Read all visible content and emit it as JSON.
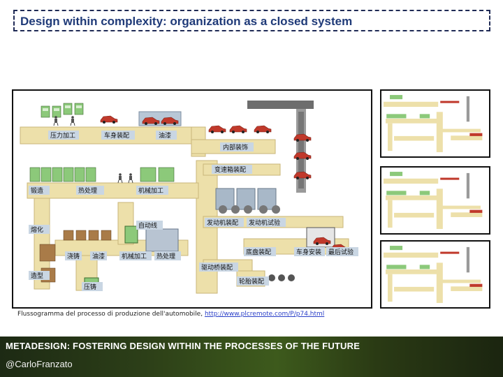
{
  "slide": {
    "title": "Design within complexity: organization as a closed system",
    "caption_text": "Flussogramma del processo di produzione dell'automobile, ",
    "caption_link": "http://www.plcremote.com/P/p74.html",
    "footer_title": "METADESIGN: FOSTERING DESIGN WITHIN THE PROCESSES OF THE FUTURE",
    "footer_author": "@CarloFranzato"
  },
  "diagram": {
    "labels": {
      "pressing": "压力加工",
      "body_assembly": "车身装配",
      "painting": "油漆",
      "interior": "内部装饰",
      "transmission": "变速箱装配",
      "forging": "锻造",
      "heat_treatment": "热处理",
      "machining": "机械加工",
      "automatic_line": "自动线",
      "melting": "熔化",
      "engine_assembly": "发动机装配",
      "engine_test": "发动机试验",
      "casting": "浇铸",
      "oil_paint": "油漆",
      "machining_2": "机械加工",
      "heat_treatment_2": "热处理",
      "chassis_assembly": "底盘装配",
      "body_install": "车身安装",
      "final_test": "最后试验",
      "drive_axle": "驱动桥装配",
      "molding": "造型",
      "die_casting": "压铸",
      "wheel_assembly": "轮胎装配"
    }
  },
  "colors": {
    "conveyor": "#ede0aa",
    "conveyor_edge": "#c9b67a",
    "label_bg": "#c9d6e3",
    "machine_green": "#8cc97a",
    "car_red": "#c0392b",
    "footer_accent": "#3d5a1c"
  }
}
